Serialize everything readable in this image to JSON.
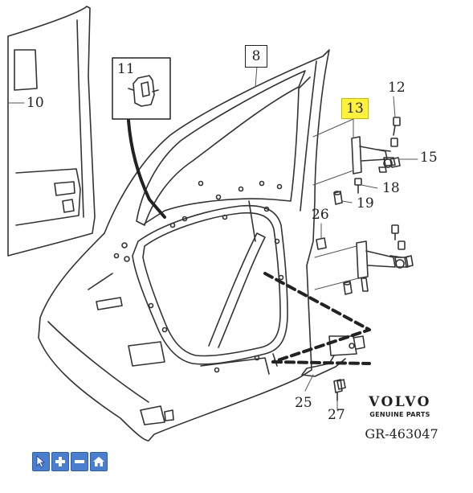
{
  "callouts": {
    "c8": "8",
    "c10": "10",
    "c11": "11",
    "c12": "12",
    "c13": "13",
    "c15": "15",
    "c18": "18",
    "c19": "19",
    "c25": "25",
    "c26": "26",
    "c27": "27"
  },
  "brand": {
    "name": "VOLVO",
    "subtitle": "GENUINE PARTS"
  },
  "diagram_code": "GR-463047",
  "highlight_color": "#fff23a",
  "toolbar": {
    "buttons": [
      {
        "icon": "pointer-icon"
      },
      {
        "icon": "zoom-in-icon"
      },
      {
        "icon": "zoom-out-icon"
      },
      {
        "icon": "home-icon"
      }
    ],
    "color": "#4a7fd0"
  }
}
